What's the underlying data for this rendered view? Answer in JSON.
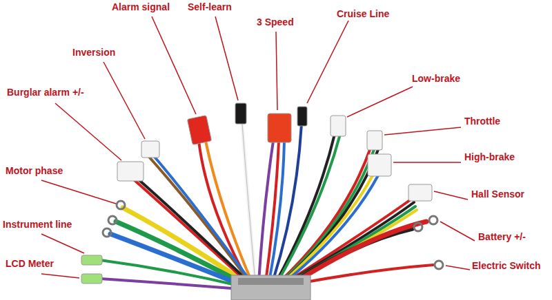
{
  "diagram": {
    "labels": [
      "Alarm signal",
      "Self-learn",
      "Cruise Line",
      "3 Speed",
      "Inversion",
      "Low-brake",
      "Burglar alarm +/-",
      "Throttle",
      "High-brake",
      "Motor phase",
      "Hall Sensor",
      "Instrument line",
      "Battery +/-",
      "LCD Meter",
      "Electric Switch"
    ]
  }
}
